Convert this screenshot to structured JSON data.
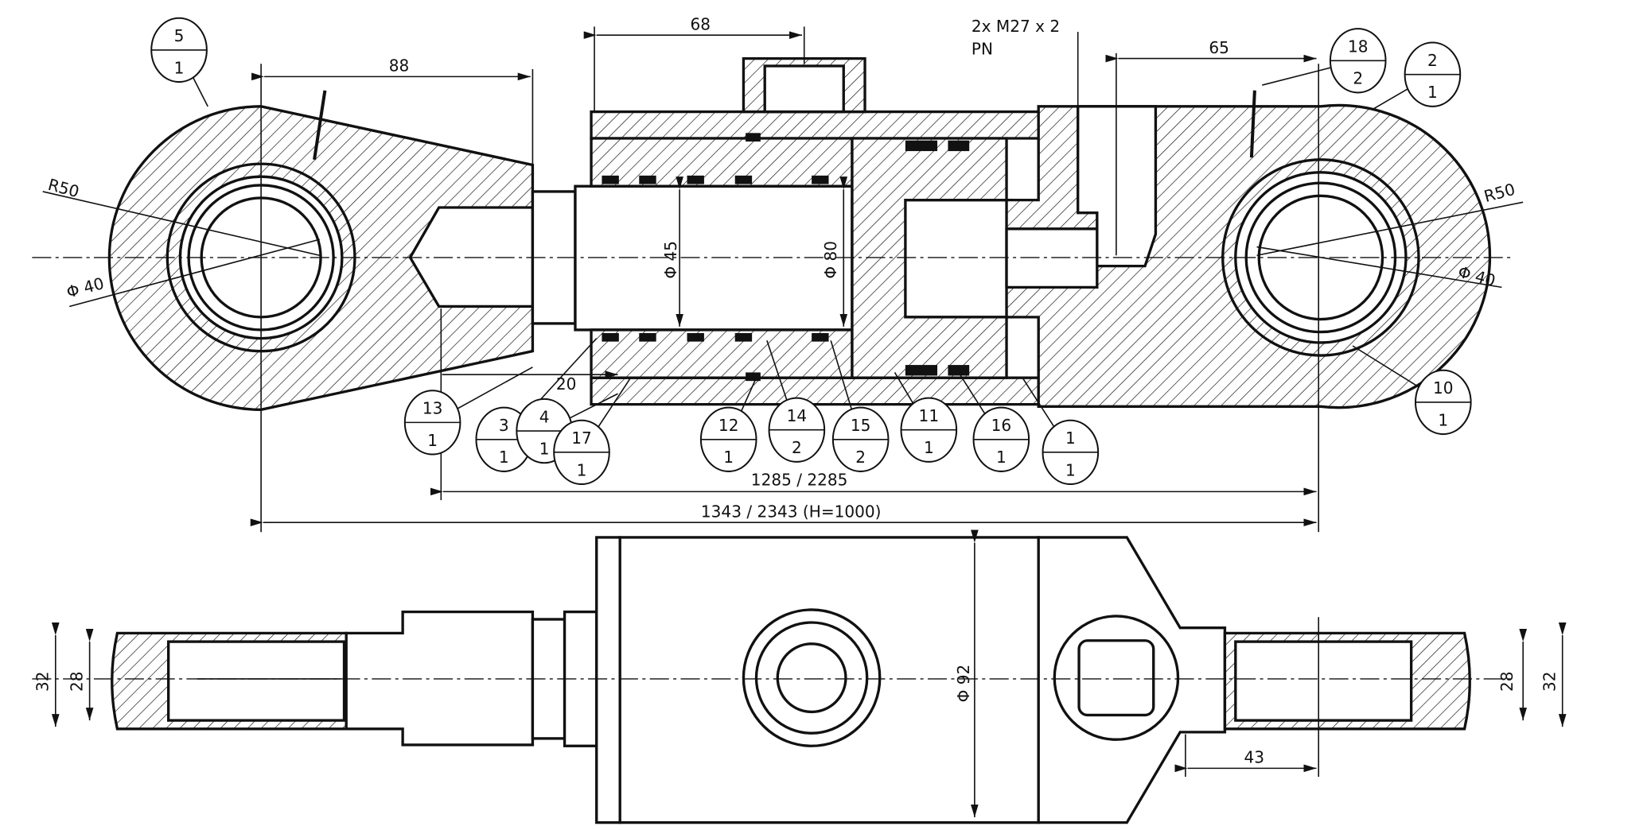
{
  "colors": {
    "ink": "#111111",
    "paper": "#ffffff"
  },
  "balloons": [
    {
      "id": "5",
      "qty": "1"
    },
    {
      "id": "18",
      "qty": "2"
    },
    {
      "id": "2",
      "qty": "1"
    },
    {
      "id": "13",
      "qty": "1"
    },
    {
      "id": "3",
      "qty": "1"
    },
    {
      "id": "4",
      "qty": "1"
    },
    {
      "id": "17",
      "qty": "1"
    },
    {
      "id": "12",
      "qty": "1"
    },
    {
      "id": "14",
      "qty": "2"
    },
    {
      "id": "15",
      "qty": "2"
    },
    {
      "id": "11",
      "qty": "1"
    },
    {
      "id": "16",
      "qty": "1"
    },
    {
      "id": "1",
      "qty": "1"
    },
    {
      "id": "10",
      "qty": "1"
    }
  ],
  "dims": {
    "d88": "88",
    "d68": "68",
    "thread": "2x M27 x 2",
    "pn": "PN",
    "d65": "65",
    "r50_left": "R50",
    "phi40_left": "Φ 40",
    "r50_right": "R50",
    "phi40_right": "Φ 40",
    "phi45": "Φ 45",
    "phi80": "Φ 80",
    "d20": "20",
    "len_pins": "1285  /  2285",
    "len_total": "1343  /  2343    (H=1000)",
    "d32_left": "32",
    "d28_left": "28",
    "phi92": "Φ 92",
    "d28_right": "28",
    "d32_right": "32",
    "d43": "43"
  }
}
